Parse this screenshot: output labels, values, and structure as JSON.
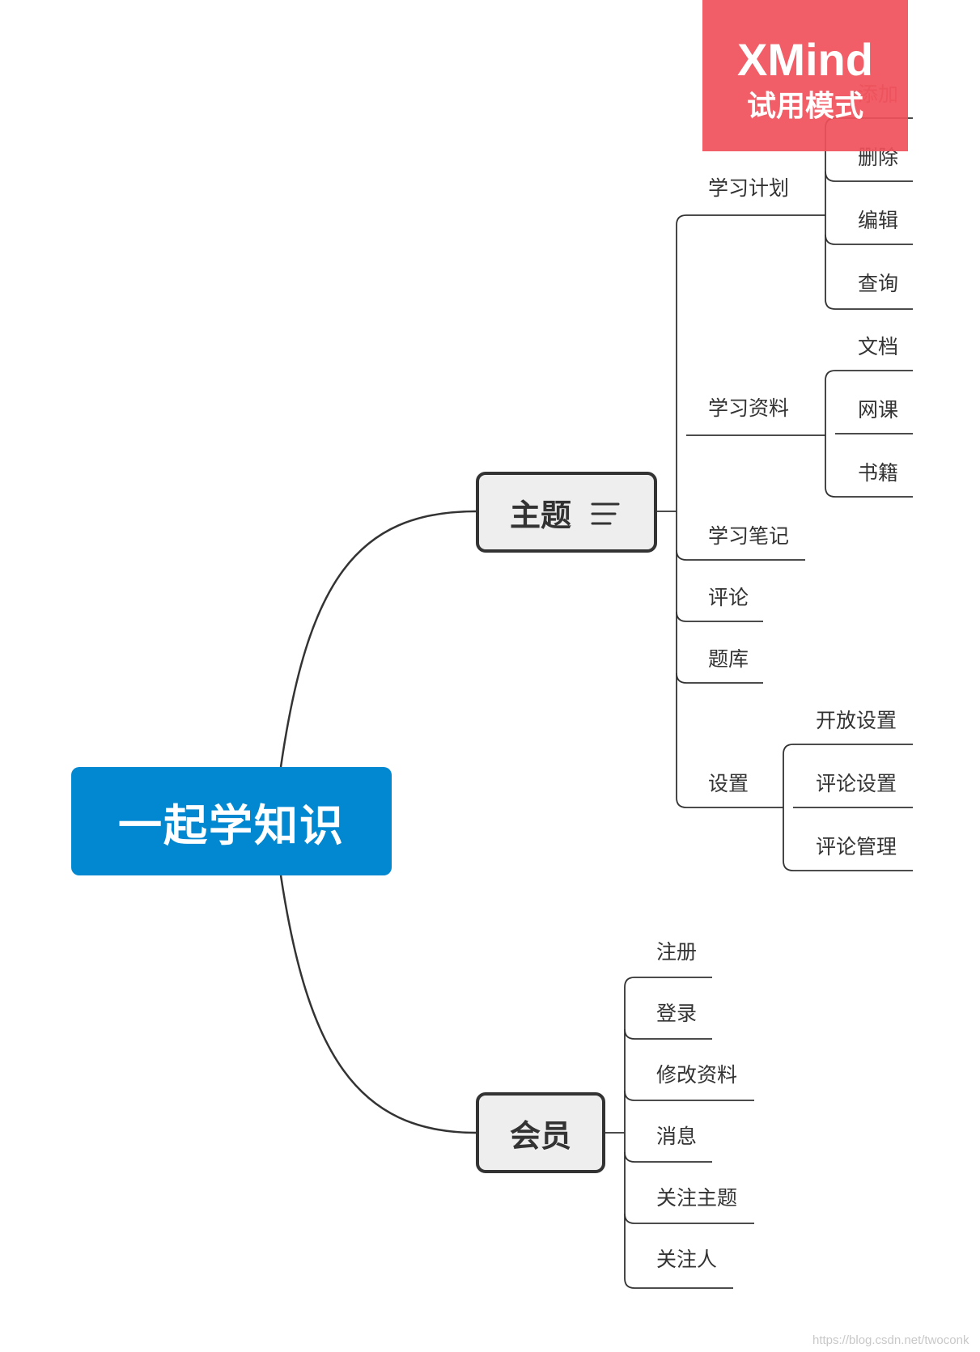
{
  "root": {
    "label": "一起学知识"
  },
  "topics": {
    "zhuti": {
      "label": "主题",
      "children": {
        "xuexi_jihua": {
          "label": "学习计划",
          "children": [
            "添加",
            "删除",
            "编辑",
            "查询"
          ]
        },
        "xuexi_ziliao": {
          "label": "学习资料",
          "children": [
            "文档",
            "网课",
            "书籍"
          ]
        },
        "xuexi_biji": {
          "label": "学习笔记"
        },
        "pinglun": {
          "label": "评论"
        },
        "tiku": {
          "label": "题库"
        },
        "shezhi": {
          "label": "设置",
          "children": [
            "开放设置",
            "评论设置",
            "评论管理"
          ]
        }
      }
    },
    "huiyuan": {
      "label": "会员",
      "children": [
        "注册",
        "登录",
        "修改资料",
        "消息",
        "关注主题",
        "关注人"
      ]
    }
  },
  "watermark": {
    "brand": "XMind",
    "mode": "试用模式"
  },
  "credit": "https://blog.csdn.net/twoconk",
  "colors": {
    "root_fill": "#0288d1",
    "topic_fill": "#eeeeee",
    "line": "#333333",
    "watermark_fill": "#f0505a"
  }
}
